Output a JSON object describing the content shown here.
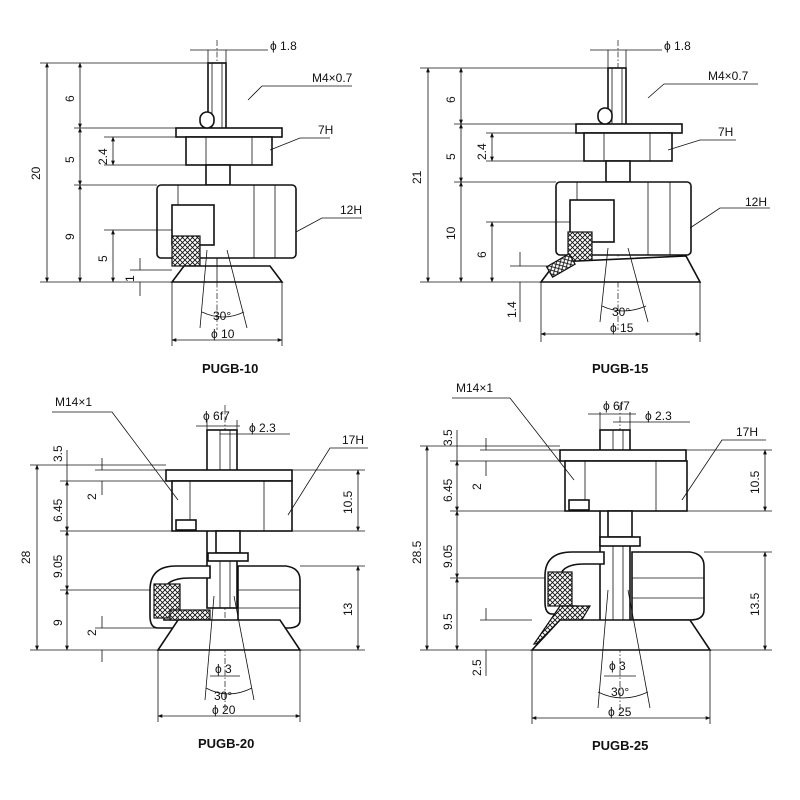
{
  "drawings": {
    "pugb10": {
      "title": "PUGB-10",
      "dims": {
        "overall_height": "20",
        "top_section": "6",
        "nut_section": "5",
        "nut_thickness": "2.4",
        "body_section": "9",
        "body_lower": "5",
        "pad_lip": "1",
        "bore": "ϕ 1.8",
        "thread": "M4×0.7",
        "nut_hex": "7H",
        "body_hex": "12H",
        "angle": "30°",
        "pad_diameter": "ϕ 10"
      }
    },
    "pugb15": {
      "title": "PUGB-15",
      "dims": {
        "overall_height": "21",
        "top_section": "6",
        "nut_section": "5",
        "nut_thickness": "2.4",
        "body_section": "10",
        "body_lower": "6",
        "pad_lip": "1.4",
        "bore": "ϕ 1.8",
        "thread": "M4×0.7",
        "nut_hex": "7H",
        "body_hex": "12H",
        "angle": "30°",
        "pad_diameter": "ϕ 15"
      }
    },
    "pugb20": {
      "title": "PUGB-20",
      "dims": {
        "thread": "M14×1",
        "shaft": "ϕ 6f7",
        "bore": "ϕ 2.3",
        "hex": "17H",
        "top": "3.5",
        "nut_thickness": "2",
        "upper": "6.45",
        "overall_height": "28",
        "middle": "9.05",
        "lower": "9",
        "pad_lip": "2",
        "nut_height": "10.5",
        "body_height": "13",
        "inner_bore": "ϕ 3",
        "angle": "30°",
        "pad_diameter": "ϕ 20"
      }
    },
    "pugb25": {
      "title": "PUGB-25",
      "dims": {
        "thread": "M14×1",
        "shaft": "ϕ 6f7",
        "bore": "ϕ 2.3",
        "hex": "17H",
        "top": "3.5",
        "nut_thickness": "2",
        "upper": "6.45",
        "overall_height": "28.5",
        "middle": "9.05",
        "lower": "9.5",
        "pad_lip": "2.5",
        "nut_height": "10.5",
        "body_height": "13.5",
        "inner_bore": "ϕ 3",
        "angle": "30°",
        "pad_diameter": "ϕ 25"
      }
    }
  }
}
